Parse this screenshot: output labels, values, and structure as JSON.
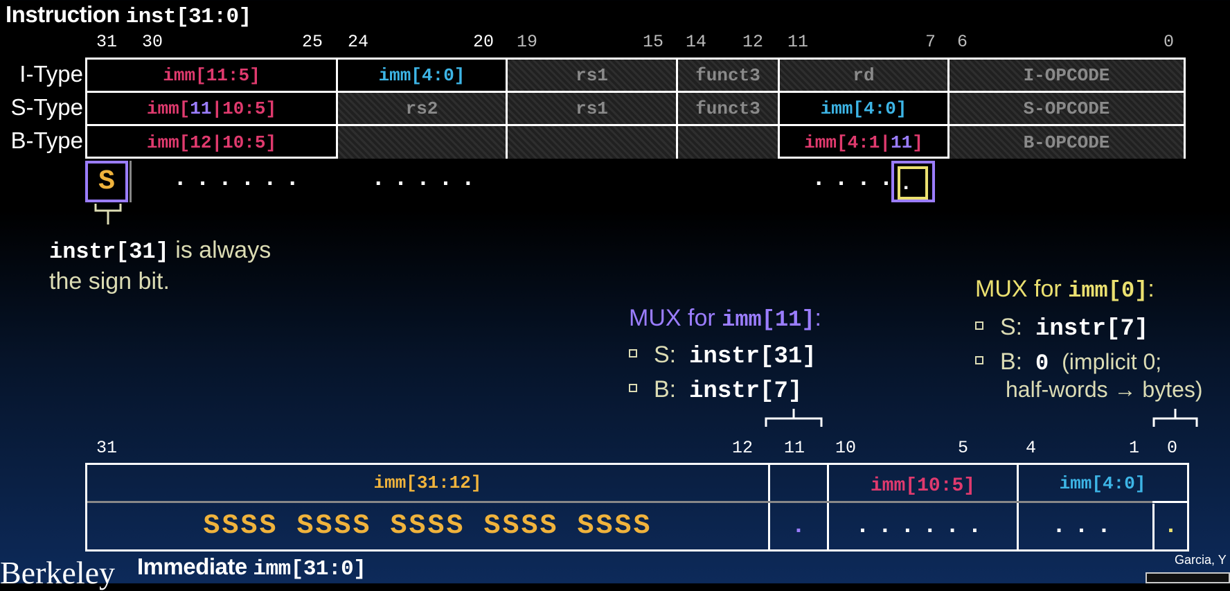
{
  "instruction": {
    "title_prefix": "Instruction",
    "title_code": "inst[31:0]",
    "bit_labels": [
      "31",
      "30",
      "25",
      "24",
      "20",
      "19",
      "15",
      "14",
      "12",
      "11",
      "7",
      "6",
      "0"
    ],
    "rows": [
      {
        "label": "I-Type",
        "cells": [
          "imm[11:5]",
          "imm[4:0]",
          "rs1",
          "funct3",
          "rd",
          "I-OPCODE"
        ]
      },
      {
        "label": "S-Type",
        "cells": [
          "imm[",
          "11",
          "|10:5]",
          "rs2",
          "rs1",
          "funct3",
          "imm[4:0]",
          "S-OPCODE"
        ]
      },
      {
        "label": "B-Type",
        "cells": [
          "imm[12|10:5]",
          "",
          "",
          "",
          "imm[4:1|",
          "11",
          "]",
          "B-OPCODE"
        ]
      }
    ],
    "sign_bit": "S",
    "dots1": "......",
    "dots2": ".....",
    "dots3": "....",
    "dot_last": ".",
    "note_code": "instr[31]",
    "note_line1": " is always",
    "note_line2": "the sign bit."
  },
  "mux11": {
    "title_prefix": "MUX for ",
    "title_code": "imm[11]",
    "title_suffix": ":",
    "items": [
      {
        "key": "S:",
        "code": "instr[31]",
        "extra": ""
      },
      {
        "key": "B:",
        "code": "instr[7]",
        "extra": ""
      }
    ]
  },
  "mux0": {
    "title_prefix": "MUX for ",
    "title_code": "imm[0]",
    "title_suffix": ":",
    "items": [
      {
        "key": "S:",
        "code": "instr[7]",
        "extra": ""
      },
      {
        "key": "B:",
        "code": "0",
        "extra": "(implicit 0;",
        "extra2": "half-words → bytes)"
      }
    ]
  },
  "immediate": {
    "bit_labels": [
      "31",
      "12",
      "11",
      "10",
      "5",
      "4",
      "1",
      "0"
    ],
    "header_cells": [
      "imm[31:12]",
      "",
      "imm[10:5]",
      "imm[4:0]"
    ],
    "sign_fill": "SSSS SSSS SSSS SSSS SSSS",
    "dot_single": ".",
    "dots6": "......",
    "dots3": "...",
    "dot_last": "."
  },
  "footer": {
    "logo": "Berkeley",
    "title_prefix": "Immediate",
    "title_code": "imm[31:0]",
    "author": "Garcia, Y"
  },
  "colors": {
    "red": "#e03a6e",
    "blue": "#3db5e6",
    "purple": "#9b7dff",
    "yellow": "#ebe070",
    "orange": "#f0b33c",
    "gray": "#8a8a8a"
  }
}
